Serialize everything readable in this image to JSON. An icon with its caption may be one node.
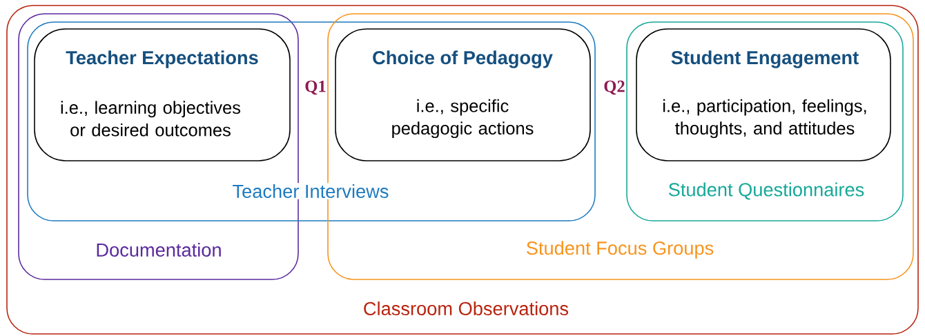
{
  "diagram": {
    "nodes": [
      {
        "text": [
          "Classroom Observations"
        ]
      },
      {
        "text": [
          "Documentation"
        ],
        "in": 0
      },
      {
        "text": [
          "Teacher Interviews"
        ],
        "in": 0
      },
      {
        "text": [
          "Student Focus Groups"
        ],
        "in": 0
      },
      {
        "text": [
          "Student Questionnaires"
        ],
        "in": 3
      },
      {
        "text": [
          "Teacher Expectations",
          "i.e., learning objectives or desired outcomes"
        ]
      },
      {
        "text": [
          "Choice of Pedagogy",
          "i.e., specific pedagogic actions"
        ]
      },
      {
        "text": [
          "Student Engagement",
          "i.e., participation, feelings, thoughts, and attitudes"
        ],
        "in": 4
      }
    ],
    "edges": [],
    "labels": [
      "Q1",
      "Q2"
    ]
  }
}
